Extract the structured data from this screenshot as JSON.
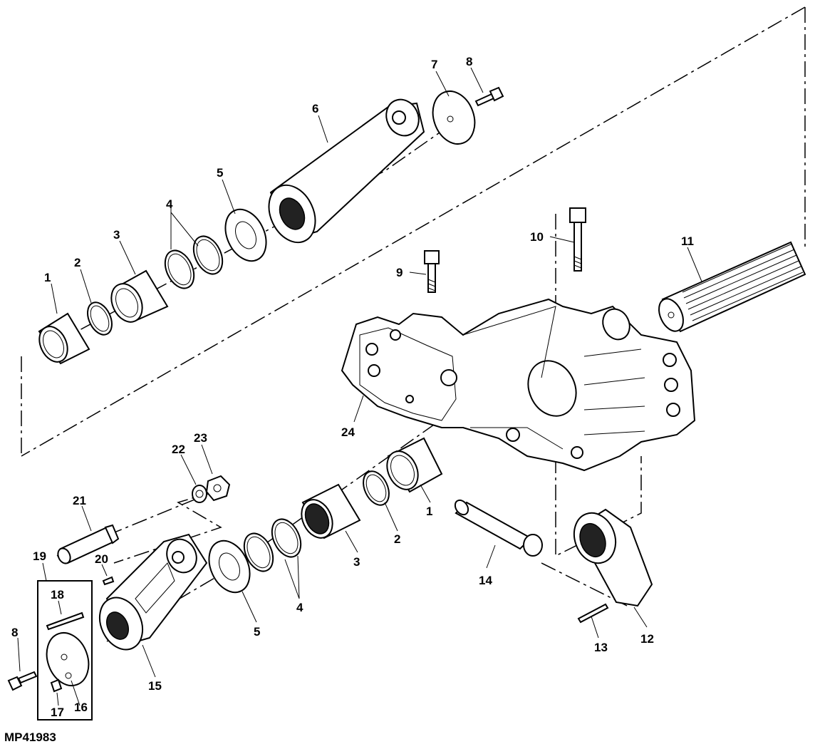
{
  "figure_id": "MP41983",
  "callouts": {
    "c1a": "1",
    "c2a": "2",
    "c3a": "3",
    "c4a": "4",
    "c5a": "5",
    "c6": "6",
    "c7": "7",
    "c8a": "8",
    "c9": "9",
    "c10": "10",
    "c11": "11",
    "c24": "24",
    "c22": "22",
    "c23": "23",
    "c21": "21",
    "c20": "20",
    "c19": "19",
    "c18": "18",
    "c8b": "8",
    "c17": "17",
    "c16": "16",
    "c15": "15",
    "c5b": "5",
    "c4b": "4",
    "c3b": "3",
    "c2b": "2",
    "c1b": "1",
    "c14": "14",
    "c13": "13",
    "c12": "12"
  },
  "colors": {
    "line": "#000000",
    "background": "#ffffff",
    "shade": "#222222"
  }
}
